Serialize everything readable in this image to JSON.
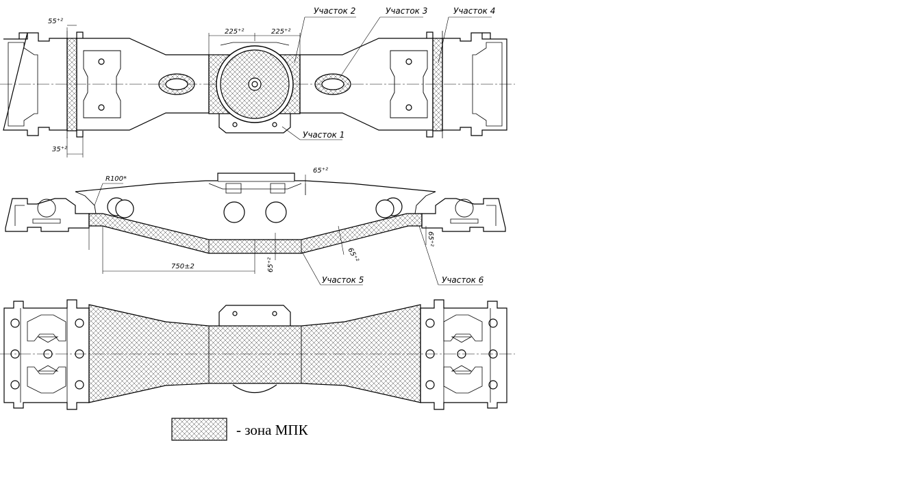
{
  "drawing": {
    "top_view": {
      "section_labels": [
        "Участок 2",
        "Участок 3",
        "Участок 4",
        "Участок 1"
      ],
      "dimensions": [
        "55⁺²",
        "225⁺²",
        "225⁺²",
        "35⁺²"
      ]
    },
    "side_view": {
      "section_labels": [
        "Участок 5",
        "Участок 6"
      ],
      "dimensions": [
        "R100*",
        "65⁺²",
        "750±2",
        "65⁺²",
        "65⁺²",
        "65⁺²"
      ]
    },
    "bottom_view": {}
  },
  "legend": {
    "text": "- зона МПК"
  },
  "colors": {
    "line": "#000000",
    "hatch": "#333333",
    "background": "#ffffff"
  }
}
